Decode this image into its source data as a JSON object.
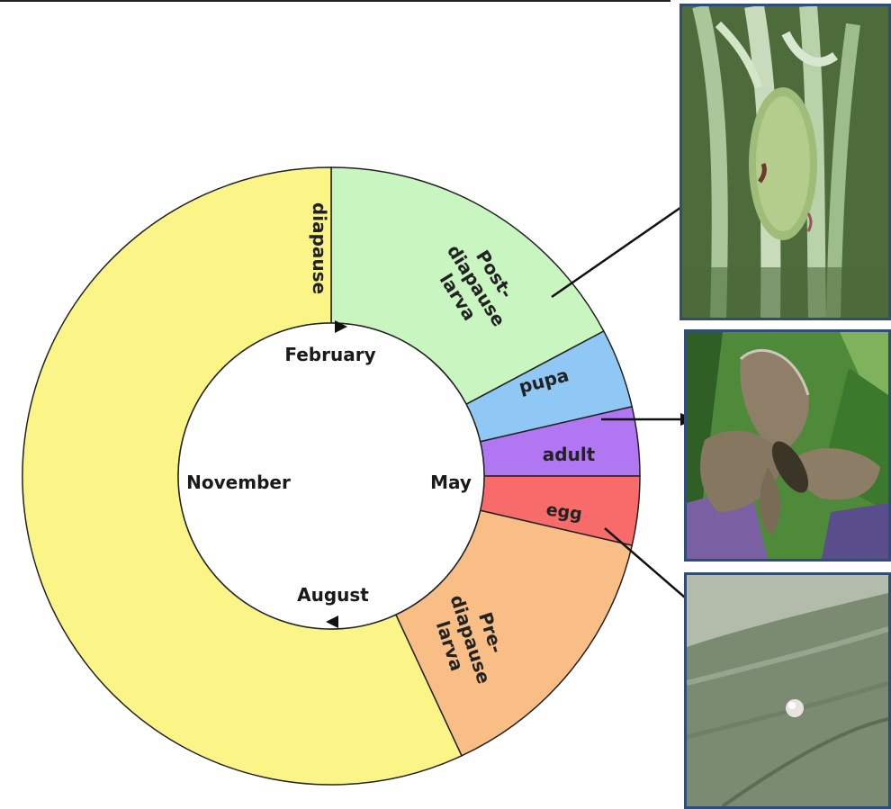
{
  "diagram": {
    "segments": {
      "post_diapause": [
        "Post-",
        "diapause",
        "larva"
      ],
      "pupa": "pupa",
      "adult": "adult",
      "egg": "egg",
      "pre_diapause": [
        "Pre-",
        "diapause",
        "larva"
      ],
      "diapause": "diapause"
    },
    "months": {
      "top": "February",
      "right": "May",
      "bottom": "August",
      "left": "November"
    },
    "colors": {
      "post_diapause": "#c8f5c0",
      "pupa": "#8fc7f5",
      "adult": "#b176f2",
      "egg": "#f76b6b",
      "pre_diapause": "#f9be86",
      "diapause": "#fbf487"
    }
  }
}
